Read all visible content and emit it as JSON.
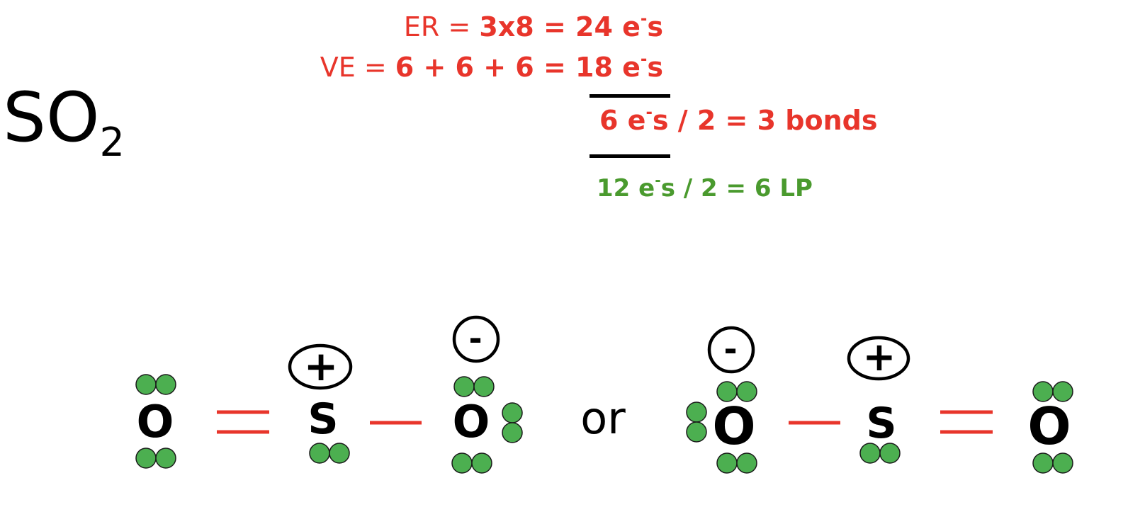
{
  "formula": {
    "main": "SO",
    "subscript": "2"
  },
  "er": {
    "label": "ER = ",
    "value": "3x8 = 24 e",
    "sup": "-",
    "suffix": "s"
  },
  "ve": {
    "label": "VE = ",
    "value": "6 + 6 + 6  = 18 e",
    "sup": "-",
    "suffix": "s"
  },
  "bonds_line": {
    "pre": "6 e",
    "sup": "-",
    "post": "s / 2 = 3 bonds"
  },
  "lp_line": {
    "pre": "12 e",
    "sup": "-",
    "post": "s / 2 = 6 LP"
  },
  "structure_a": {
    "left_o": "O",
    "center_s": "S",
    "right_o": "O",
    "s_charge": "+",
    "right_o_charge": "-"
  },
  "or_label": "or",
  "structure_b": {
    "left_o": "O",
    "center_s": "S",
    "right_o": "O",
    "left_o_charge": "-",
    "s_charge": "+"
  },
  "colors": {
    "bond": "#e8352b",
    "electron": "#4caf50",
    "electron_outline": "#1a1a1a",
    "calc_red": "#e8352b",
    "calc_green": "#4a9a2e"
  }
}
